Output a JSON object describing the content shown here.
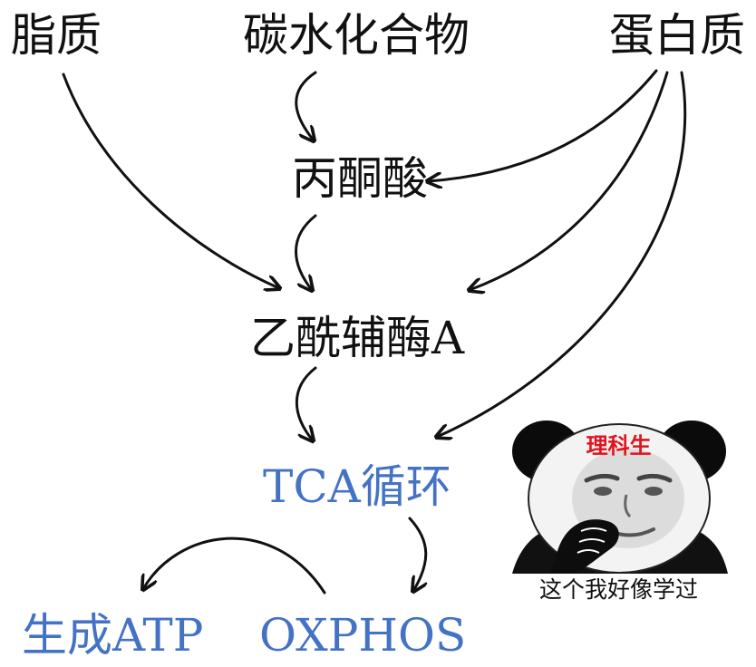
{
  "nodes": {
    "lipid": "脂质",
    "carbohydrate": "碳水化合物",
    "protein": "蛋白质",
    "pyruvate": "丙酮酸",
    "acetyl_coa": "乙酰辅酶A",
    "tca": "TCA循环",
    "atp": "生成ATP",
    "oxphos": "OXPHOS"
  },
  "meme": {
    "forehead_text": "理科生",
    "caption": "这个我好像学过"
  },
  "colors": {
    "text": "#111111",
    "accent_blue": "#4472c4",
    "tag_red": "#e0141e"
  }
}
